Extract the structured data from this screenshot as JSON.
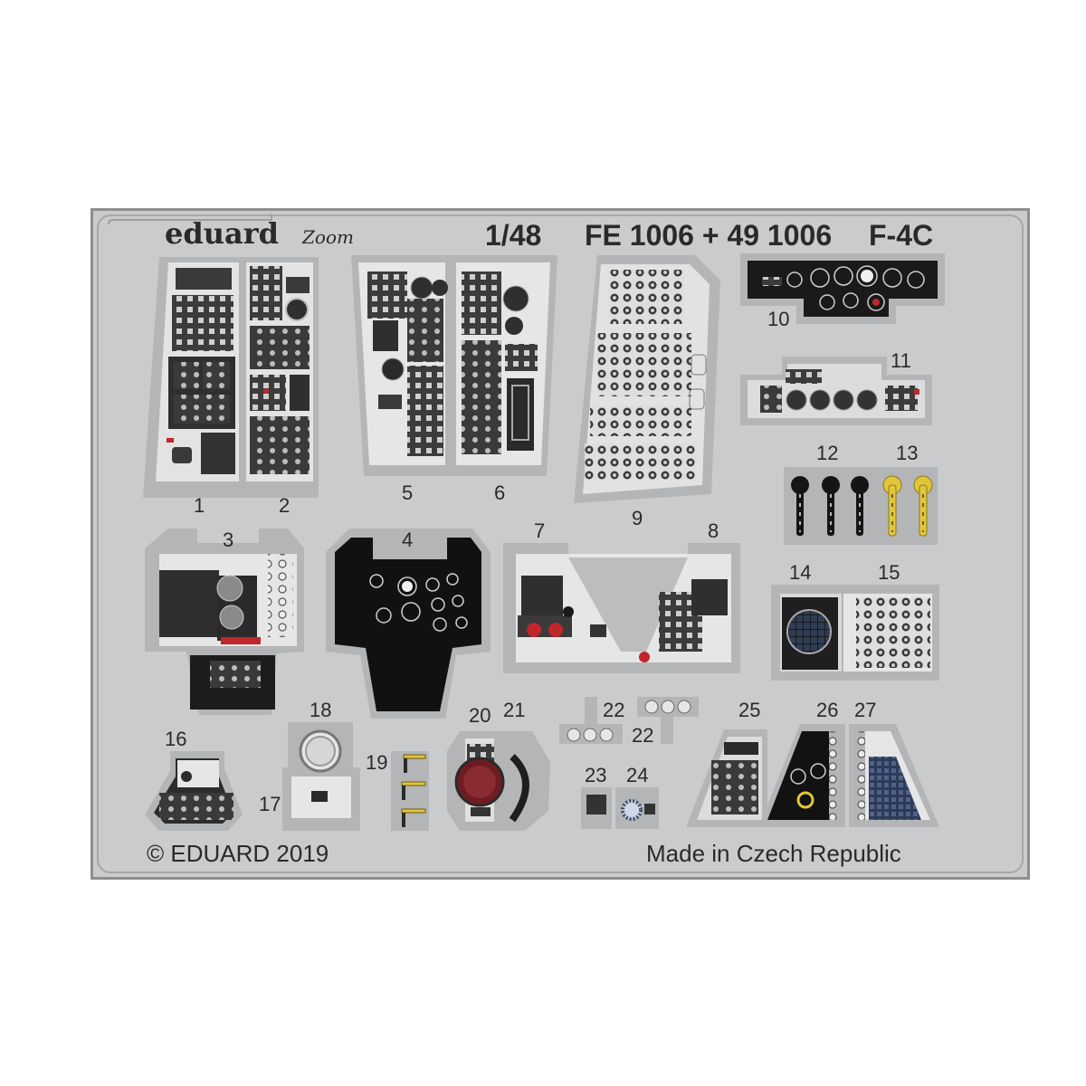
{
  "brand": "eduard",
  "zoom_logo": "Zoom",
  "scale": "1/48",
  "code": "FE 1006 + 49 1006",
  "aircraft": "F-4C",
  "copyright": "© EDUARD 2019",
  "origin": "Made in Czech Republic",
  "part_numbers": [
    "1",
    "2",
    "3",
    "4",
    "5",
    "6",
    "7",
    "8",
    "9",
    "10",
    "11",
    "12",
    "13",
    "14",
    "15",
    "16",
    "17",
    "18",
    "19",
    "20",
    "21",
    "22",
    "22",
    "23",
    "24",
    "25",
    "26",
    "27"
  ],
  "colors": {
    "fret": "#c9cbcc",
    "fret_edge": "#8c8e90",
    "panel_light": "#e9e9e9",
    "panel_dark": "#2e2e2e",
    "instrument_black": "#151515",
    "text": "#2a2a2a",
    "warning_red": "#c0262b",
    "brass_yellow": "#e2c53a",
    "glass_blue": "#3d4e72"
  }
}
